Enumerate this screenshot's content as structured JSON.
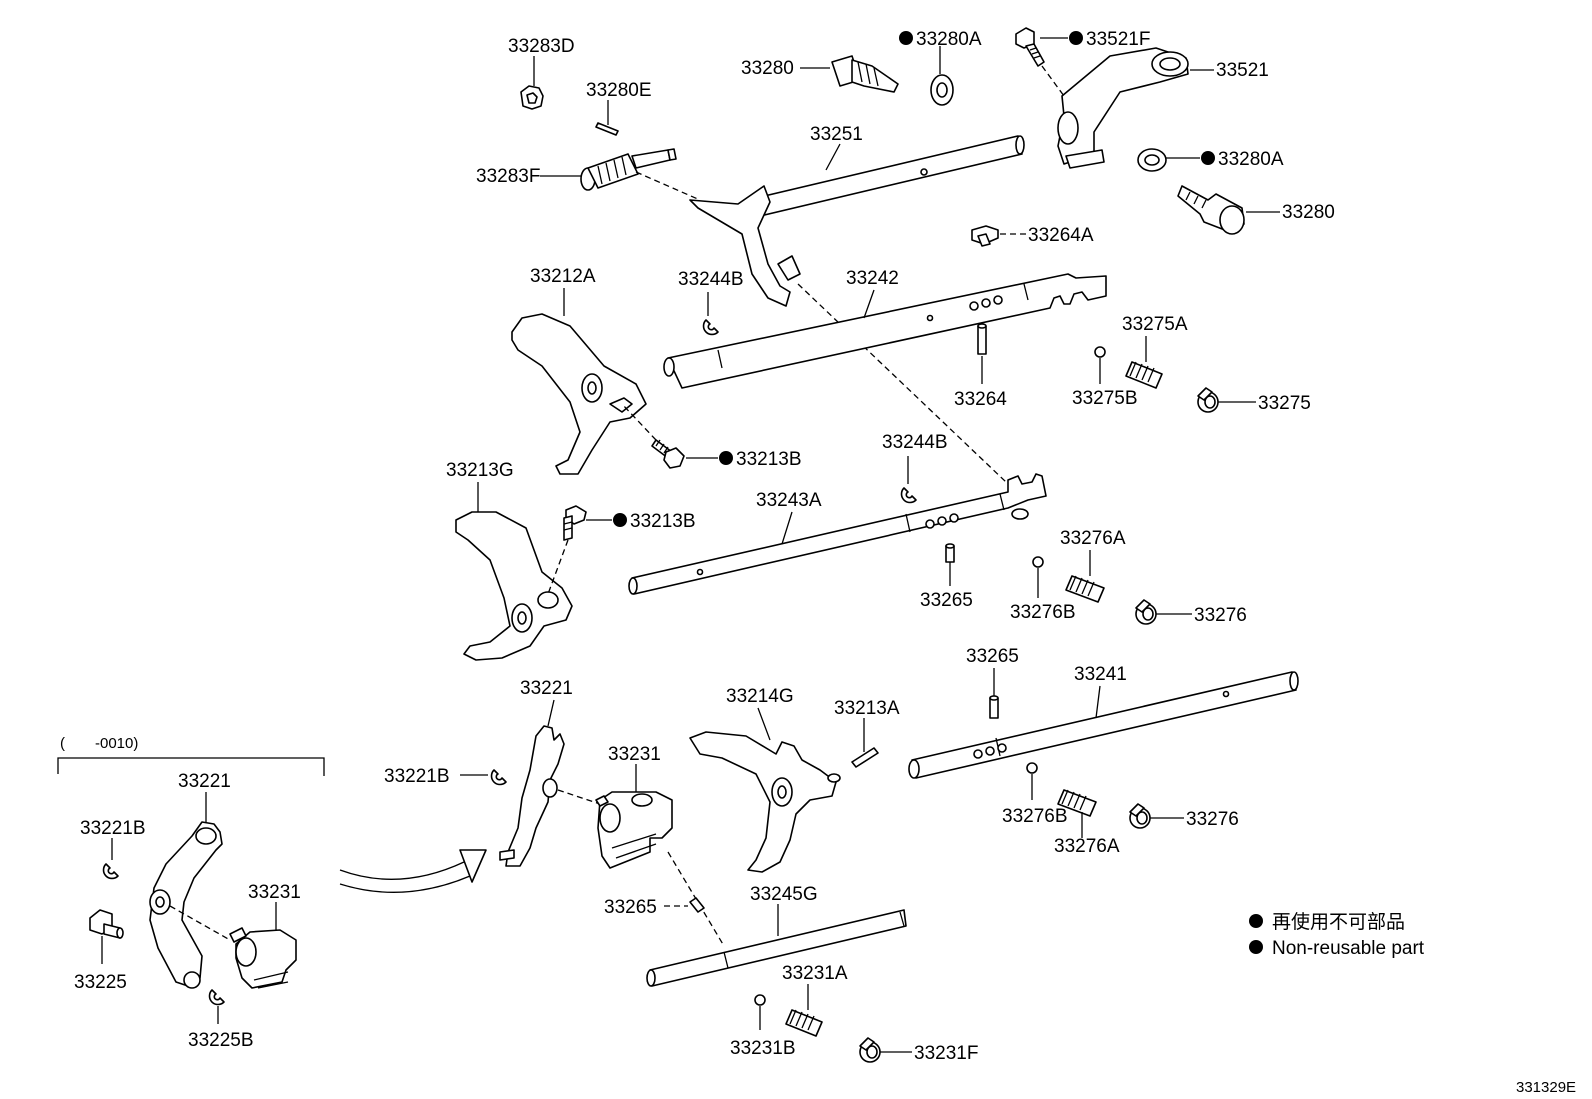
{
  "parts": {
    "p33283D": "33283D",
    "p33280E": "33280E",
    "p33283F": "33283F",
    "p33280_top": "33280",
    "p33280A_top": "33280A",
    "p33521F": "33521F",
    "p33521": "33521",
    "p33280A_right": "33280A",
    "p33280_right": "33280",
    "p33251": "33251",
    "p33264A": "33264A",
    "p33212A": "33212A",
    "p33244B_top": "33244B",
    "p33242": "33242",
    "p33275A": "33275A",
    "p33264": "33264",
    "p33275B": "33275B",
    "p33275": "33275",
    "p33213B_top": "33213B",
    "p33244B_mid": "33244B",
    "p33213G": "33213G",
    "p33243A": "33243A",
    "p33213B_mid": "33213B",
    "p33276A_top": "33276A",
    "p33265_mid": "33265",
    "p33276B_top": "33276B",
    "p33276_top": "33276",
    "p33265_right": "33265",
    "p33241": "33241",
    "p33221_main": "33221",
    "p33214G": "33214G",
    "p33213A": "33213A",
    "p33231_main": "33231",
    "p33221B_main": "33221B",
    "p33276B_bot": "33276B",
    "p33276_bot": "33276",
    "p33276A_bot": "33276A",
    "p33265_bot": "33265",
    "p33245G": "33245G",
    "p33231A": "33231A",
    "p33231B": "33231B",
    "p33231F": "33231F",
    "p33221_inset": "33221",
    "p33221B_inset": "33221B",
    "p33231_inset": "33231",
    "p33225": "33225",
    "p33225B": "33225B"
  },
  "inset_range": "(　　-0010)",
  "legend": {
    "japanese": "再使用不可部品",
    "english": "Non-reusable part"
  },
  "diagram_code": "331329E"
}
